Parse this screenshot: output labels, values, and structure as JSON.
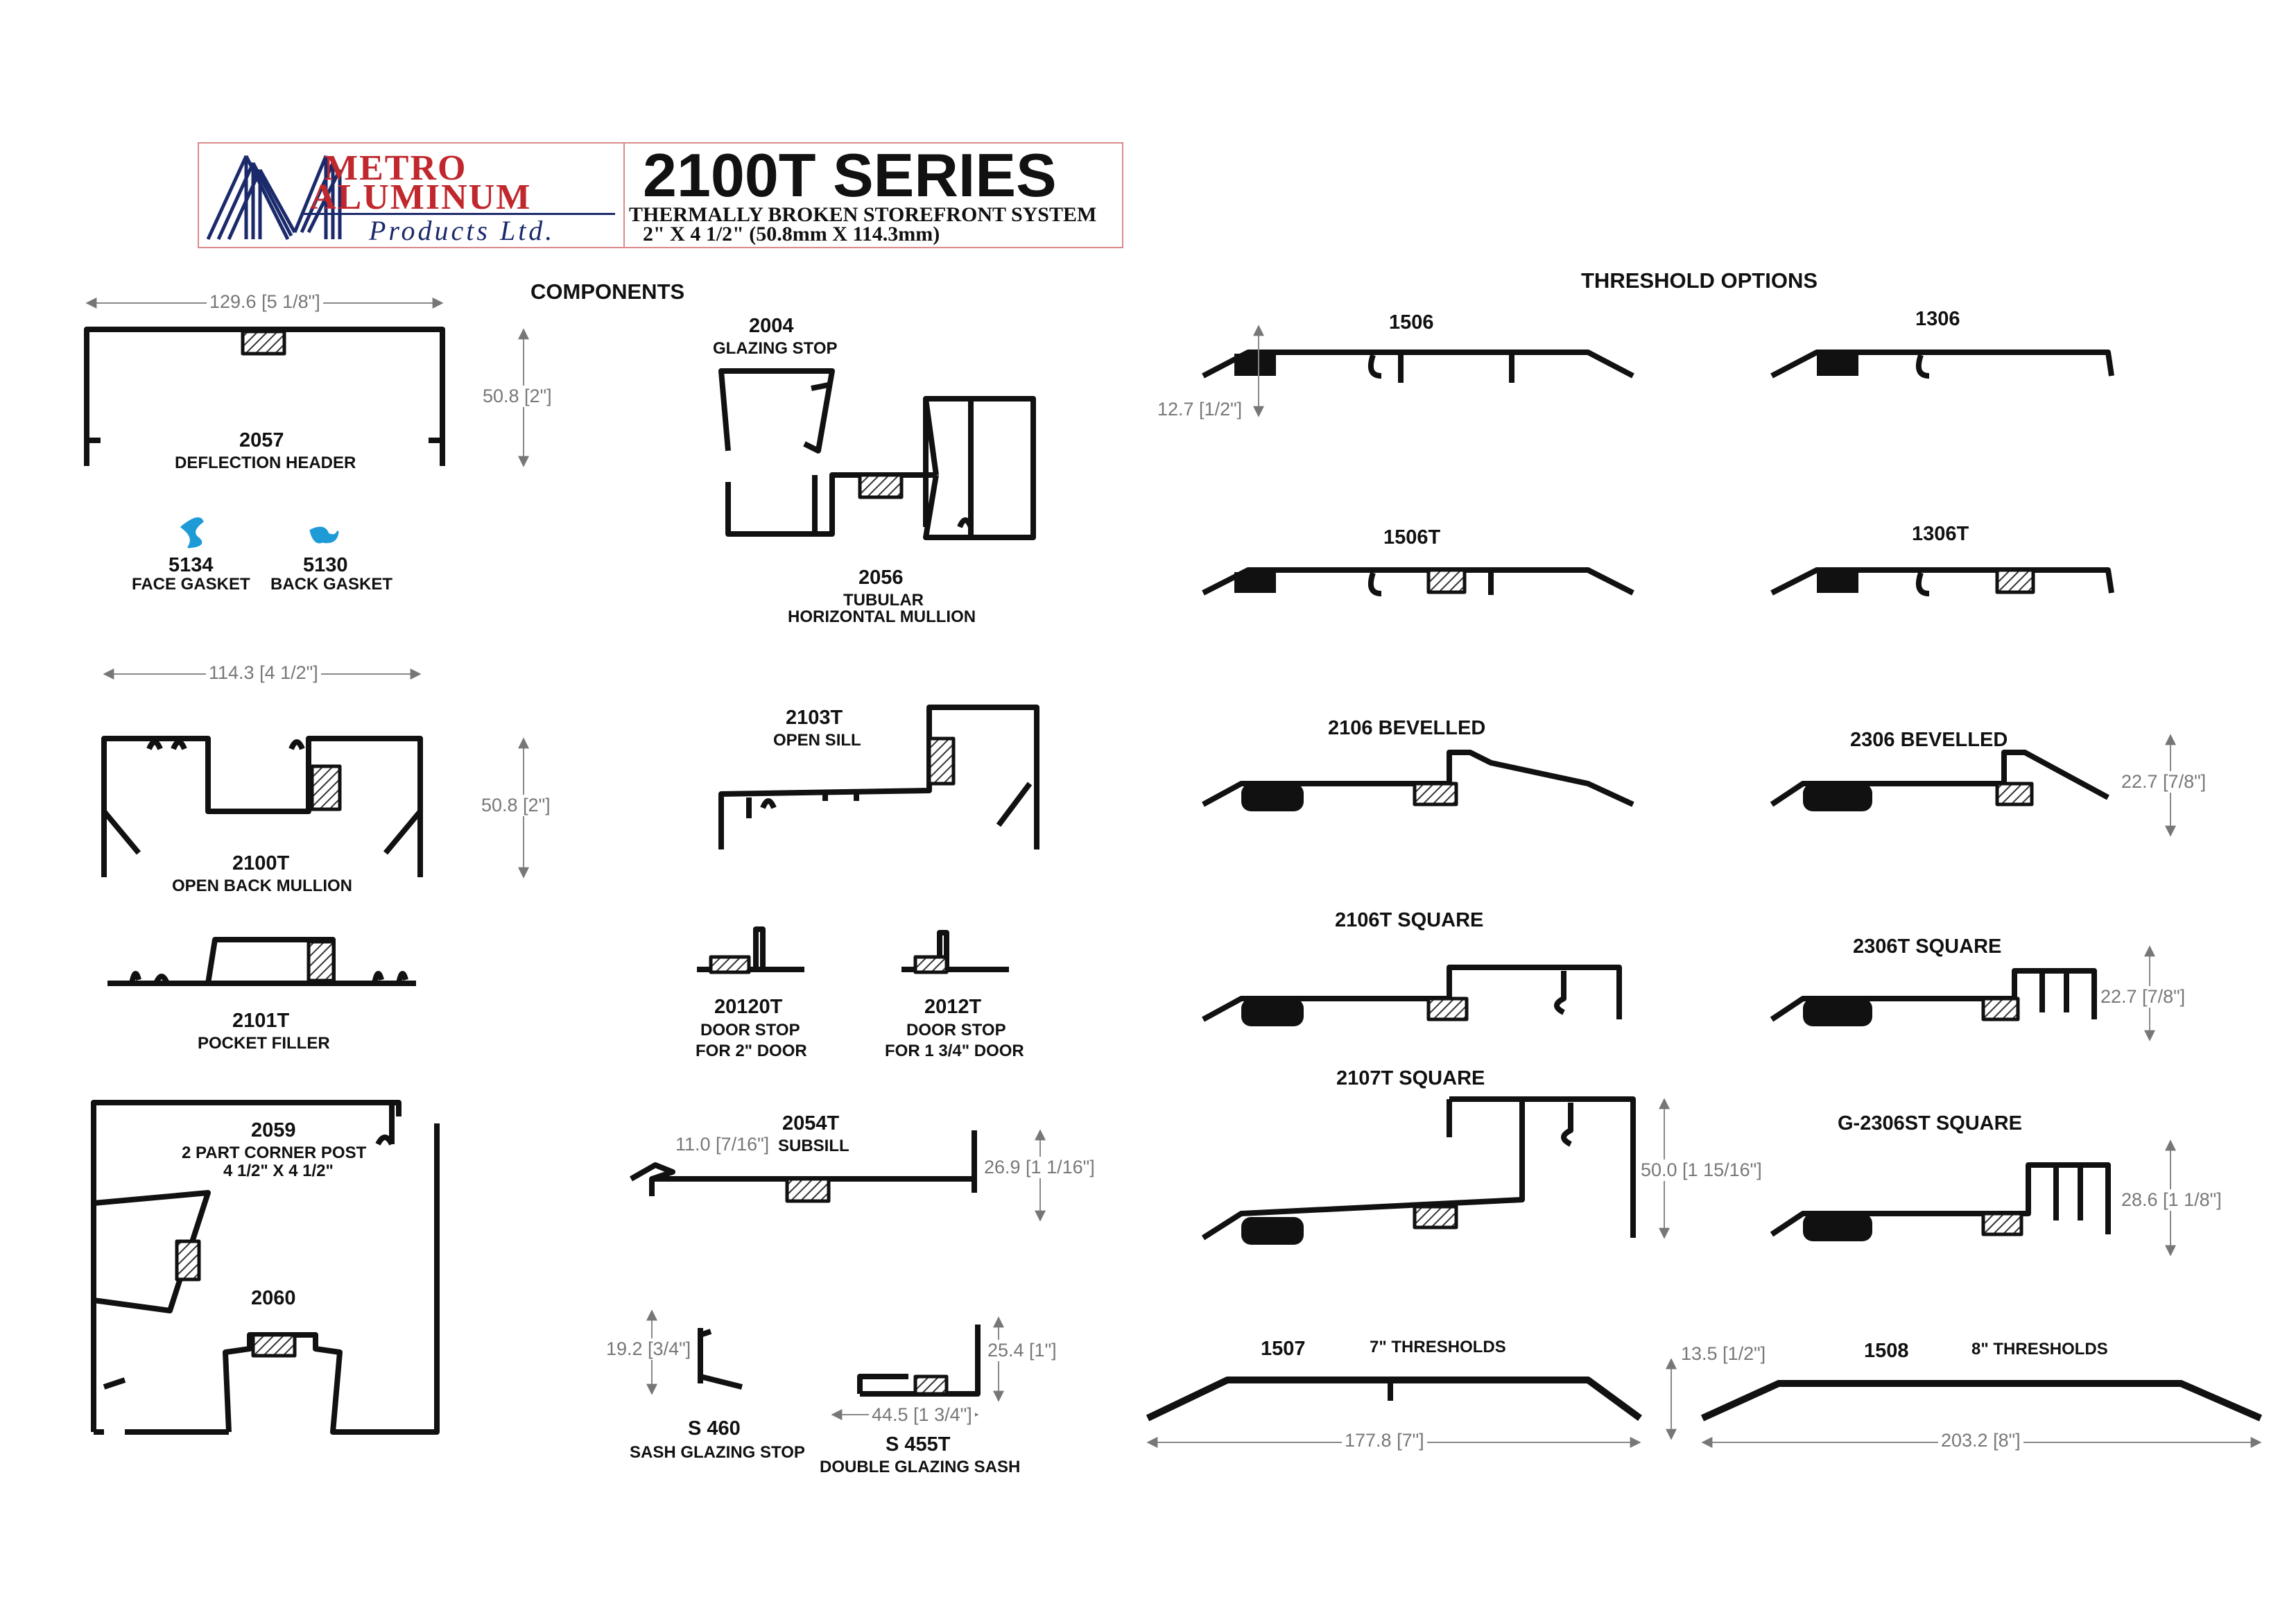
{
  "title_block": {
    "brand_line1": "METRO",
    "brand_line2": "ALUMINUM",
    "brand_line3": "Products Ltd.",
    "series": "2100T SERIES",
    "subtitle": "THERMALLY BROKEN STOREFRONT SYSTEM",
    "size": "2\" X 4 1/2\" (50.8mm X 114.3mm)",
    "colors": {
      "brand_red": "#c0282d",
      "brand_navy": "#1b2a6b",
      "frame": "#d98a8a"
    }
  },
  "sections": {
    "components": "COMPONENTS",
    "thresholds": "THRESHOLD OPTIONS"
  },
  "components": [
    {
      "code": "2057",
      "name": "DEFLECTION HEADER"
    },
    {
      "code": "5134",
      "name": "FACE GASKET"
    },
    {
      "code": "5130",
      "name": "BACK GASKET"
    },
    {
      "code": "2100T",
      "name": "OPEN BACK MULLION"
    },
    {
      "code": "2101T",
      "name": "POCKET FILLER"
    },
    {
      "code": "2059",
      "name": "2 PART CORNER POST",
      "name2": "4 1/2\" X 4 1/2\""
    },
    {
      "code": "2060",
      "name": ""
    },
    {
      "code": "2004",
      "name": "GLAZING STOP"
    },
    {
      "code": "2056",
      "name": "TUBULAR",
      "name2": "HORIZONTAL MULLION"
    },
    {
      "code": "2103T",
      "name": "OPEN SILL"
    },
    {
      "code": "20120T",
      "name": "DOOR STOP",
      "name2": "FOR 2\" DOOR"
    },
    {
      "code": "2012T",
      "name": "DOOR STOP",
      "name2": "FOR 1 3/4\" DOOR"
    },
    {
      "code": "2054T",
      "name": "SUBSILL"
    },
    {
      "code": "S 460",
      "name": "SASH GLAZING STOP"
    },
    {
      "code": "S 455T",
      "name": "DOUBLE GLAZING SASH"
    }
  ],
  "thresholds": [
    {
      "code": "1506"
    },
    {
      "code": "1306"
    },
    {
      "code": "1506T"
    },
    {
      "code": "1306T"
    },
    {
      "code": "2106 BEVELLED"
    },
    {
      "code": "2306 BEVELLED"
    },
    {
      "code": "2106T SQUARE"
    },
    {
      "code": "2306T  SQUARE"
    },
    {
      "code": "2107T SQUARE"
    },
    {
      "code": "G-2306ST SQUARE"
    },
    {
      "code": "1507",
      "note": "7\" THRESHOLDS"
    },
    {
      "code": "1508",
      "note": "8\" THRESHOLDS"
    }
  ],
  "dimensions": {
    "d2057_w": "129.6 [5 1/8\"]",
    "d2057_h": "50.8 [2\"]",
    "d2100_w": "114.3 [4 1/2\"]",
    "d2100_h": "50.8 [2\"]",
    "d1506_h": "12.7 [1/2\"]",
    "d2306b_h": "22.7 [7/8\"]",
    "d2306t_h": "22.7 [7/8\"]",
    "d2107_h": "50.0 [1 15/16\"]",
    "dg2306_h": "28.6 [1 1/8\"]",
    "d2054_w": "11.0 [7/16\"]",
    "d2054_h": "26.9 [1 1/16\"]",
    "ds460_h": "19.2 [3/4\"]",
    "ds455_h": "25.4 [1\"]",
    "ds455_w": "44.5 [1 3/4\"]",
    "d1507_h": "13.5 [1/2\"]",
    "d1507_w": "177.8 [7\"]",
    "d1508_w": "203.2 [8\"]"
  }
}
